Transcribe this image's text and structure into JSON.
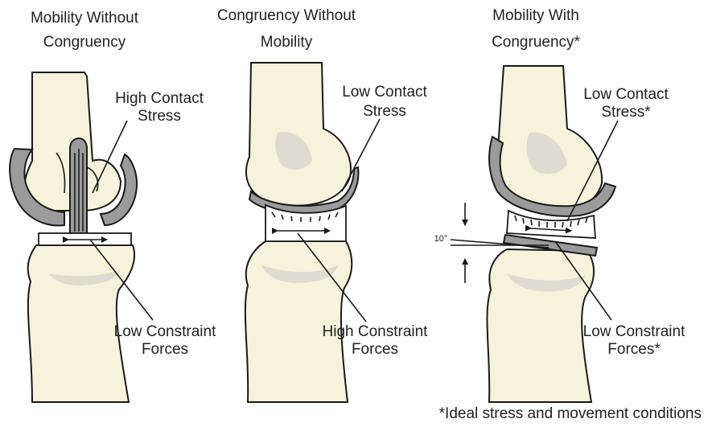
{
  "panels": [
    {
      "title_line1": "Mobility Without",
      "title_line2": "Congruency",
      "upper_label_line1": "High Contact",
      "upper_label_line2": "Stress",
      "lower_label_line1": "Low Constraint",
      "lower_label_line2": "Forces"
    },
    {
      "title_line1": "Congruency Without",
      "title_line2": "Mobility",
      "upper_label_line1": "Low Contact",
      "upper_label_line2": "Stress",
      "lower_label_line1": "High Constraint",
      "lower_label_line2": "Forces"
    },
    {
      "title_line1": "Mobility With",
      "title_line2": "Congruency*",
      "upper_label_line1": "Low Contact",
      "upper_label_line2": "Stress*",
      "lower_label_line1": "Low Constraint",
      "lower_label_line2": "Forces*"
    }
  ],
  "angle_label": "10°",
  "footnote": "*Ideal stress and movement conditions",
  "colors": {
    "bone": "#f6f3dc",
    "metal_component": "#9b9b9b",
    "outline": "#1a1a1a"
  }
}
